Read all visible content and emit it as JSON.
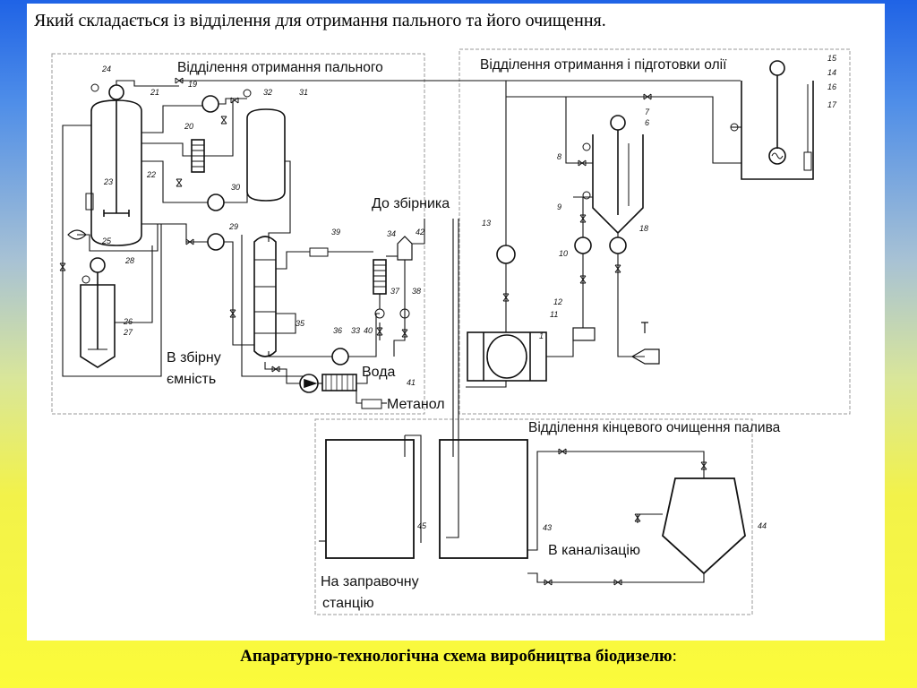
{
  "slide": {
    "title": "Який складається із відділення для отримання пального та його очищення.",
    "caption": "Апаратурно-технологічна схема виробництва біодизелю",
    "caption_suffix": ":"
  },
  "sections": {
    "fuel": "Відділення отримання пального",
    "oil": "Відділення отримання і підготовки олії",
    "final": "Відділення кінцевого очищення палива"
  },
  "labels": {
    "to_collector": "До збірника",
    "to_tank_1": "В збірну",
    "to_tank_2": "ємність",
    "water": "Вода",
    "methanol": "Метанол",
    "sewer": "В каналізацію",
    "filling_1": "На заправочну",
    "filling_2": "станцію"
  },
  "numbers": {
    "n1": "1",
    "n6": "6",
    "n7": "7",
    "n8": "8",
    "n9": "9",
    "n10": "10",
    "n11": "11",
    "n12": "12",
    "n13": "13",
    "n14": "14",
    "n15": "15",
    "n16": "16",
    "n17": "17",
    "n18": "18",
    "n19": "19",
    "n20": "20",
    "n21": "21",
    "n22": "22",
    "n23": "23",
    "n24": "24",
    "n25": "25",
    "n26": "26",
    "n27": "27",
    "n28": "28",
    "n29": "29",
    "n30": "30",
    "n31": "31",
    "n32": "32",
    "n33": "33",
    "n34": "34",
    "n35": "35",
    "n36": "36",
    "n37": "37",
    "n38": "38",
    "n39": "39",
    "n40": "40",
    "n41": "41",
    "n42": "42",
    "n43": "43",
    "n44": "44",
    "n45": "45"
  },
  "colors": {
    "top": "#1f63e6",
    "bottom": "#fbfb3a",
    "line": "#111111",
    "frame": "#9a9a9a"
  }
}
